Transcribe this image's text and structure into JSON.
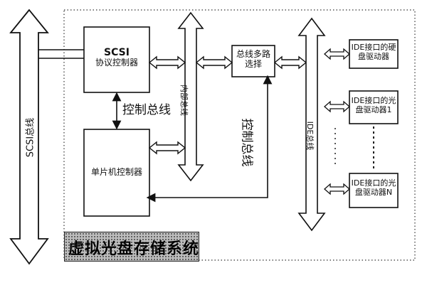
{
  "labels": {
    "scsi_bus": "SCSI总线",
    "scsi_ctrl_line1": "SCSI",
    "scsi_ctrl_line2": "协议控制器",
    "ctrl_bus_left": "控制总线",
    "mcu": "单片机控制器",
    "internal_bus": "内部总线",
    "mux_line1": "总线多路",
    "mux_line2": "选择",
    "ctrl_bus_right": "控制总线",
    "ide_bus": "IDE总线",
    "ide_hdd_line1": "IDE接口的硬",
    "ide_hdd_line2": "盘驱动器",
    "ide_cd1_line1": "IDE接口的光",
    "ide_cd1_line2": "盘驱动器1",
    "ide_cdn_line1": "IDE接口的光",
    "ide_cdn_line2": "盘驱动器N",
    "system_title": "虚拟光盘存储系统"
  }
}
